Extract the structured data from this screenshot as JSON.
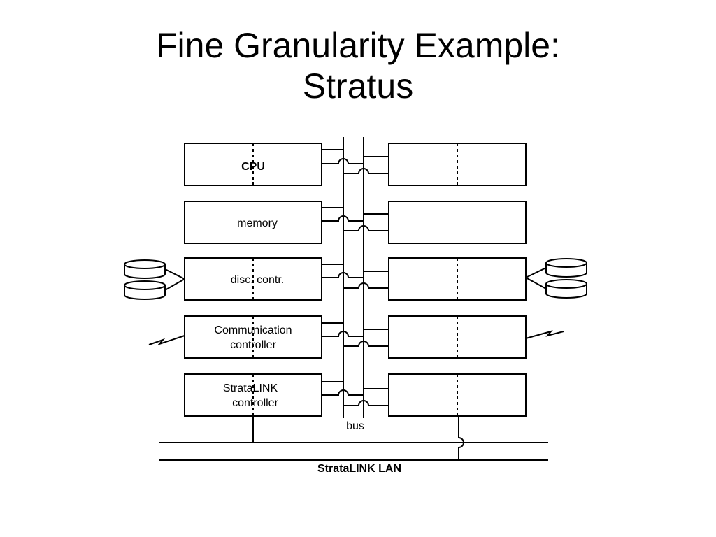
{
  "slide": {
    "title_line1": "Fine Granularity Example:",
    "title_line2": "Stratus"
  },
  "diagram": {
    "left_modules": [
      {
        "id": "cpu",
        "lines": [
          "CPU"
        ]
      },
      {
        "id": "memory",
        "lines": [
          "memory"
        ]
      },
      {
        "id": "disc",
        "lines": [
          "disc. contr."
        ]
      },
      {
        "id": "comm",
        "lines": [
          "Communication",
          "controller"
        ]
      },
      {
        "id": "stratalink",
        "lines": [
          "StrataLINK",
          "controller"
        ]
      }
    ],
    "bus_label": "bus",
    "lan_label": "StrataLINK LAN"
  }
}
